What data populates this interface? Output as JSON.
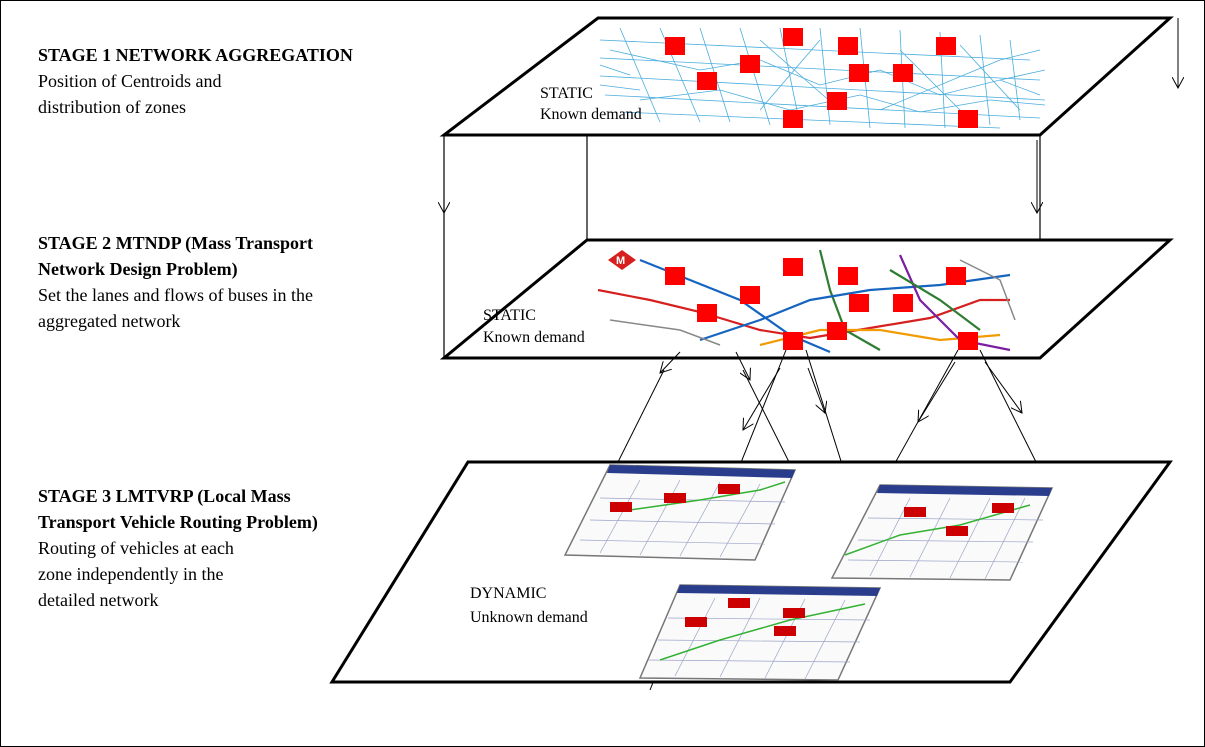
{
  "stages": [
    {
      "title_lines": [
        "STAGE 1 NETWORK  AGGREGATION"
      ],
      "desc_lines": [
        "Position of Centroids and",
        "distribution of zones"
      ]
    },
    {
      "title_lines": [
        "STAGE 2 MTNDP (Mass Transport",
        "Network Design Problem)"
      ],
      "desc_lines": [
        "Set the lanes and flows of buses in the",
        "aggregated network"
      ]
    },
    {
      "title_lines": [
        "STAGE 3 LMTVRP (Local Mass",
        "Transport Vehicle Routing Problem)"
      ],
      "desc_lines": [
        "Routing  of vehicles at each",
        "zone independently in the",
        "detailed network"
      ]
    }
  ],
  "layers": [
    {
      "type_label": "STATIC",
      "demand_label": "Known  demand"
    },
    {
      "type_label": "STATIC",
      "demand_label": "Known  demand"
    },
    {
      "type_label": "DYNAMIC",
      "demand_label": "Unknown demand"
    }
  ],
  "colors": {
    "zone_marker": "#ff0000",
    "local_marker": "#cc0000",
    "street_map": "#2b9fd8",
    "metro_lines": [
      "#d62020",
      "#2e7d32",
      "#1565c0",
      "#f29b00",
      "#7b1fa2",
      "#888888"
    ],
    "local_routes": "#33b233",
    "window_bar": "#2a3c8c"
  },
  "icons": {
    "metro_logo": "metro-logo-icon"
  }
}
